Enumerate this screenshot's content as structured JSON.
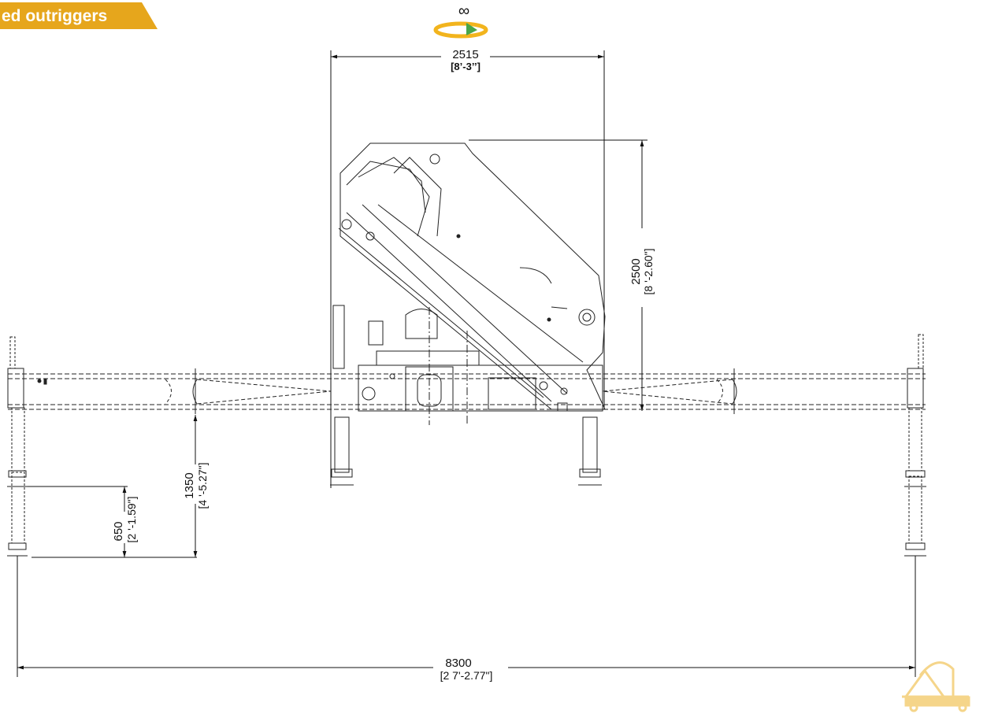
{
  "banner": {
    "text": "ed outriggers",
    "color": "#e6a61c"
  },
  "rotation": {
    "symbol": "∞",
    "icon": "rotation-arrow-icon",
    "color": "#f2b41d",
    "arrow_color": "#49a64a"
  },
  "dimensions": {
    "top_width": {
      "mm": "2515",
      "imperial": "[8’-3’’]"
    },
    "height": {
      "mm": "2500",
      "imperial": "[8 '-2.60\"]"
    },
    "outrigger_drop": {
      "mm": "1350",
      "imperial": "[4 '-5.27\"]"
    },
    "foot_extension": {
      "mm": "650",
      "imperial": "[2 '-1.59\"]"
    },
    "total_span": {
      "mm": "8300",
      "imperial": "[2 7'-2.77\"]"
    }
  },
  "logo": {
    "icon": "crane-truck-logo-icon",
    "color": "#f5d58a"
  }
}
